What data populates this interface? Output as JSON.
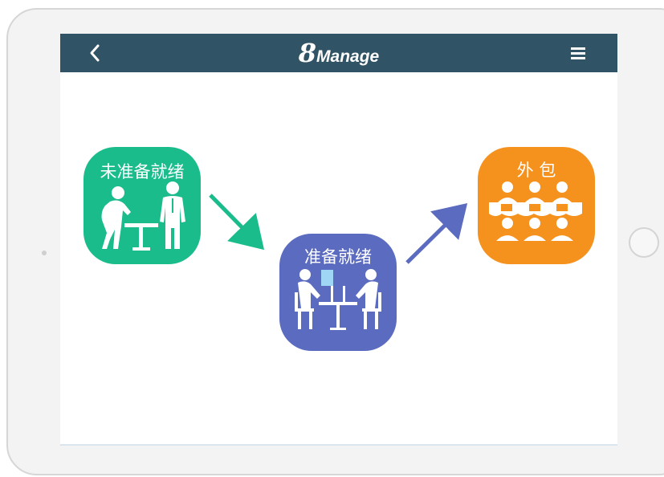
{
  "header": {
    "brand_number": "8",
    "brand_name": "Manage"
  },
  "icons": {
    "back": "chevron-left-icon",
    "menu": "hamburger-menu-icon"
  },
  "workflow": {
    "steps": [
      {
        "label": "未准备就绪",
        "color": "#1abc8c",
        "icon": "two-people-standing-icon"
      },
      {
        "label": "准备就绪",
        "color": "#5b6bbf",
        "icon": "two-people-at-desk-icon"
      },
      {
        "label": "外 包",
        "color": "#f5921e",
        "icon": "group-meeting-icon"
      }
    ],
    "arrow_colors": [
      "#1abc8c",
      "#5b6bbf"
    ]
  },
  "colors": {
    "header_bg": "#305365",
    "tablet_bezel": "#f3f3f3"
  }
}
